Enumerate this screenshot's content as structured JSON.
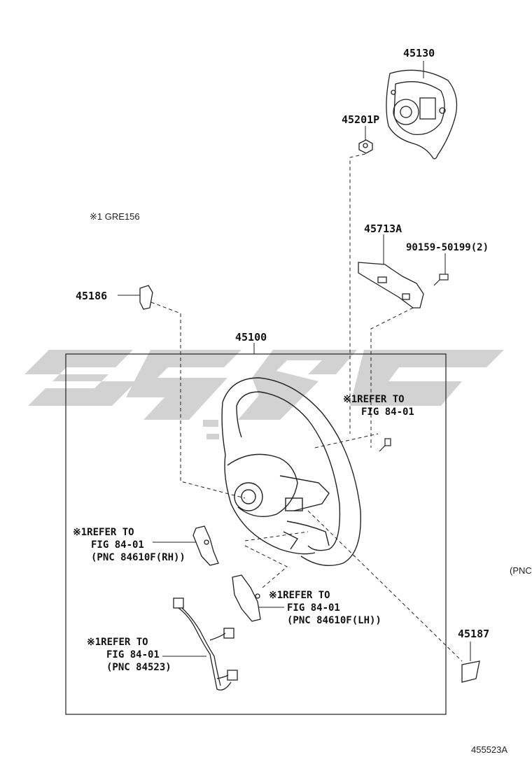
{
  "parts": {
    "p45130": "45130",
    "p45201p": "45201P",
    "p45713a": "45713A",
    "bolt": "90159-50199(2)",
    "p45186": "45186",
    "p45100": "45100",
    "p45187": "45187"
  },
  "notes": {
    "gre": "※1 GRE156",
    "ref_right_line1": "※1REFER TO",
    "ref_right_line2": "FIG 84-01",
    "ref_rh_line1": "※1REFER TO",
    "ref_rh_line2": "FIG 84-01",
    "ref_rh_line3": "(PNC 84610F(RH))",
    "ref_lh_line1": "※1REFER TO",
    "ref_lh_line2": "FIG 84-01",
    "ref_lh_line3": "(PNC 84610F(LH))",
    "ref_harness_line1": "※1REFER TO",
    "ref_harness_line2": "FIG 84-01",
    "ref_harness_line3": "(PNC 84523)",
    "pnc_edge": "(PNC"
  },
  "figure_id": "455523A",
  "colors": {
    "line": "#222222",
    "watermark": "#d2d2d2"
  }
}
